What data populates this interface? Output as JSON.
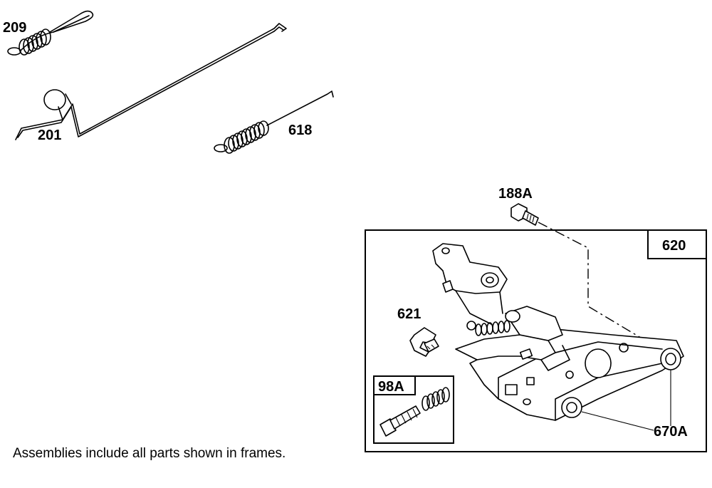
{
  "parts": {
    "p209": "209",
    "p201": "201",
    "p618": "618",
    "p188a": "188A",
    "p620": "620",
    "p621": "621",
    "p98a": "98A",
    "p670a": "670A"
  },
  "note": "Assemblies include all parts shown in frames."
}
